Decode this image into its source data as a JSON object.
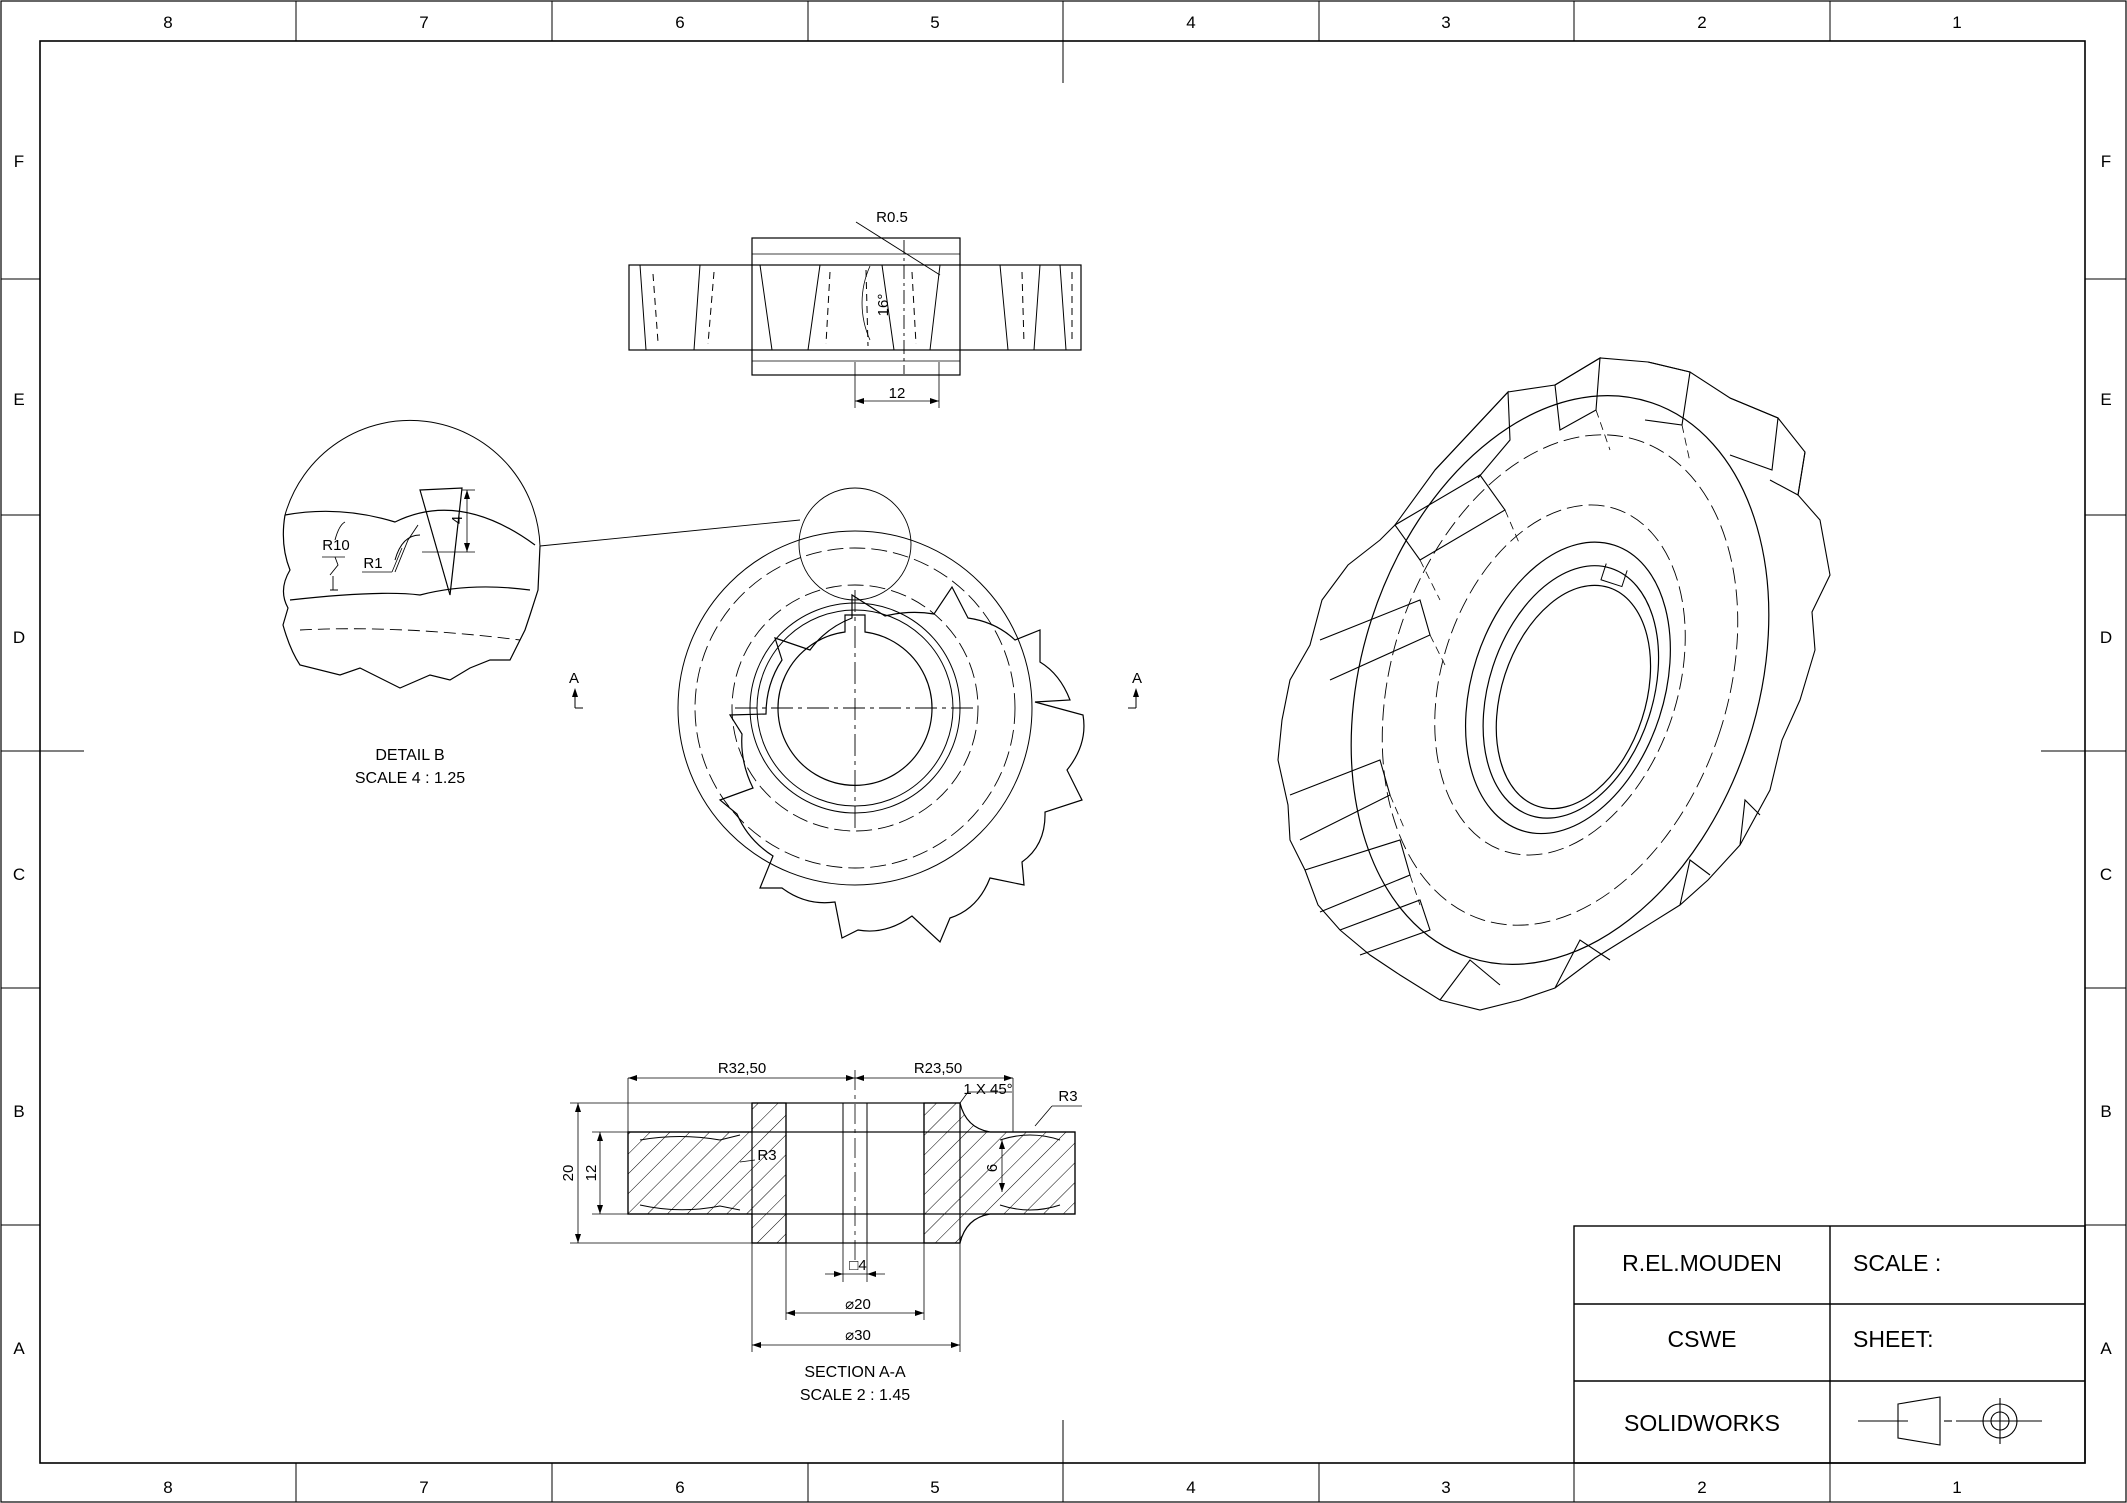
{
  "zones": {
    "columns": [
      "8",
      "7",
      "6",
      "5",
      "4",
      "3",
      "2",
      "1"
    ],
    "rows": [
      "F",
      "E",
      "D",
      "C",
      "B",
      "A"
    ]
  },
  "top_view": {
    "radius_label": "R0.5",
    "angle_label": "16°",
    "width_label": "12"
  },
  "front_view": {
    "section_marker_left": "A",
    "section_marker_right": "A"
  },
  "detail_b": {
    "radius_large": "R10",
    "radius_small": "R1",
    "height_label": "4",
    "caption_title": "DETAIL B",
    "caption_scale": "SCALE 4 : 1.25"
  },
  "section_view": {
    "outer_radius": "R32,50",
    "inner_radius": "R23,50",
    "chamfer": "1 X 45°",
    "fillet_right": "R3",
    "fillet_left": "R3",
    "overall_height": "20",
    "hub_height": "12",
    "groove_depth": "6",
    "key_width": "□4",
    "bore_diameter": "⌀20",
    "hub_diameter": "⌀30",
    "caption_title": "SECTION A-A",
    "caption_scale": "SCALE 2 : 1.45"
  },
  "title_block": {
    "author": "R.EL.MOUDEN",
    "scale_label": "SCALE :",
    "organization": "CSWE",
    "sheet_label": "SHEET:",
    "software": "SOLIDWORKS",
    "projection_icon": "third-angle-projection-icon"
  }
}
